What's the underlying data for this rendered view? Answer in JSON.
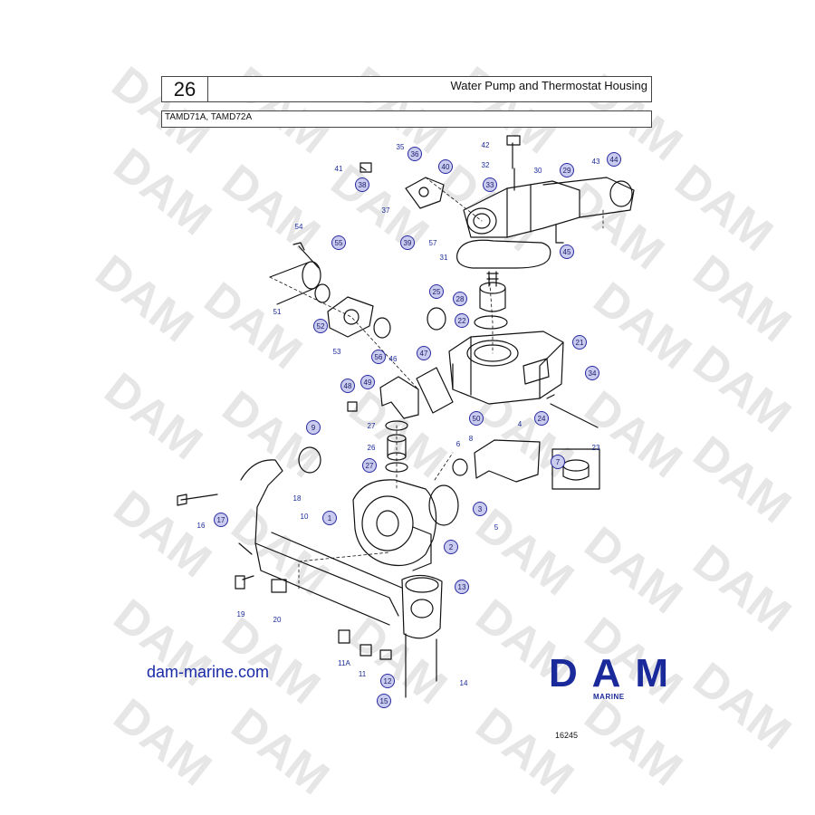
{
  "header": {
    "page_number": "26",
    "title": "Water Pump and Thermostat Housing",
    "models": "TAMD71A, TAMD72A"
  },
  "watermark_text": "DAM",
  "footer": {
    "website": "dam-marine.com",
    "logo_text": "DAM",
    "logo_subtext": "MARINE",
    "figure_number": "16245"
  },
  "colors": {
    "link_blue": "#1a2aa8",
    "logo_blue": "#1a2a9a",
    "callout_fill": "#c9ccee",
    "callout_stroke": "#2a2aa0"
  },
  "callouts": [
    {
      "label": "1",
      "circled": true
    },
    {
      "label": "2",
      "circled": true
    },
    {
      "label": "3",
      "circled": true
    },
    {
      "label": "4",
      "circled": false
    },
    {
      "label": "5",
      "circled": false
    },
    {
      "label": "6",
      "circled": false
    },
    {
      "label": "7",
      "circled": true
    },
    {
      "label": "8",
      "circled": false
    },
    {
      "label": "9",
      "circled": true
    },
    {
      "label": "10",
      "circled": false
    },
    {
      "label": "11",
      "circled": false
    },
    {
      "label": "11A",
      "circled": false
    },
    {
      "label": "12",
      "circled": true
    },
    {
      "label": "13",
      "circled": true
    },
    {
      "label": "14",
      "circled": false
    },
    {
      "label": "15",
      "circled": true
    },
    {
      "label": "16",
      "circled": false
    },
    {
      "label": "17",
      "circled": true
    },
    {
      "label": "18",
      "circled": false
    },
    {
      "label": "19",
      "circled": false
    },
    {
      "label": "20",
      "circled": false
    },
    {
      "label": "21",
      "circled": true
    },
    {
      "label": "22",
      "circled": true
    },
    {
      "label": "23",
      "circled": false
    },
    {
      "label": "24",
      "circled": true
    },
    {
      "label": "25",
      "circled": true
    },
    {
      "label": "26",
      "circled": false
    },
    {
      "label": "27",
      "circled": false
    },
    {
      "label": "27",
      "circled": true
    },
    {
      "label": "28",
      "circled": true
    },
    {
      "label": "29",
      "circled": true
    },
    {
      "label": "30",
      "circled": false
    },
    {
      "label": "31",
      "circled": false
    },
    {
      "label": "32",
      "circled": false
    },
    {
      "label": "33",
      "circled": true
    },
    {
      "label": "34",
      "circled": true
    },
    {
      "label": "35",
      "circled": false
    },
    {
      "label": "36",
      "circled": true
    },
    {
      "label": "37",
      "circled": false
    },
    {
      "label": "38",
      "circled": true
    },
    {
      "label": "39",
      "circled": true
    },
    {
      "label": "40",
      "circled": true
    },
    {
      "label": "41",
      "circled": false
    },
    {
      "label": "42",
      "circled": false
    },
    {
      "label": "43",
      "circled": false
    },
    {
      "label": "44",
      "circled": true
    },
    {
      "label": "45",
      "circled": true
    },
    {
      "label": "46",
      "circled": false
    },
    {
      "label": "47",
      "circled": true
    },
    {
      "label": "48",
      "circled": true
    },
    {
      "label": "49",
      "circled": true
    },
    {
      "label": "50",
      "circled": true
    },
    {
      "label": "51",
      "circled": false
    },
    {
      "label": "52",
      "circled": true
    },
    {
      "label": "53",
      "circled": false
    },
    {
      "label": "54",
      "circled": false
    },
    {
      "label": "55",
      "circled": true
    },
    {
      "label": "56",
      "circled": true
    },
    {
      "label": "57",
      "circled": false
    }
  ]
}
